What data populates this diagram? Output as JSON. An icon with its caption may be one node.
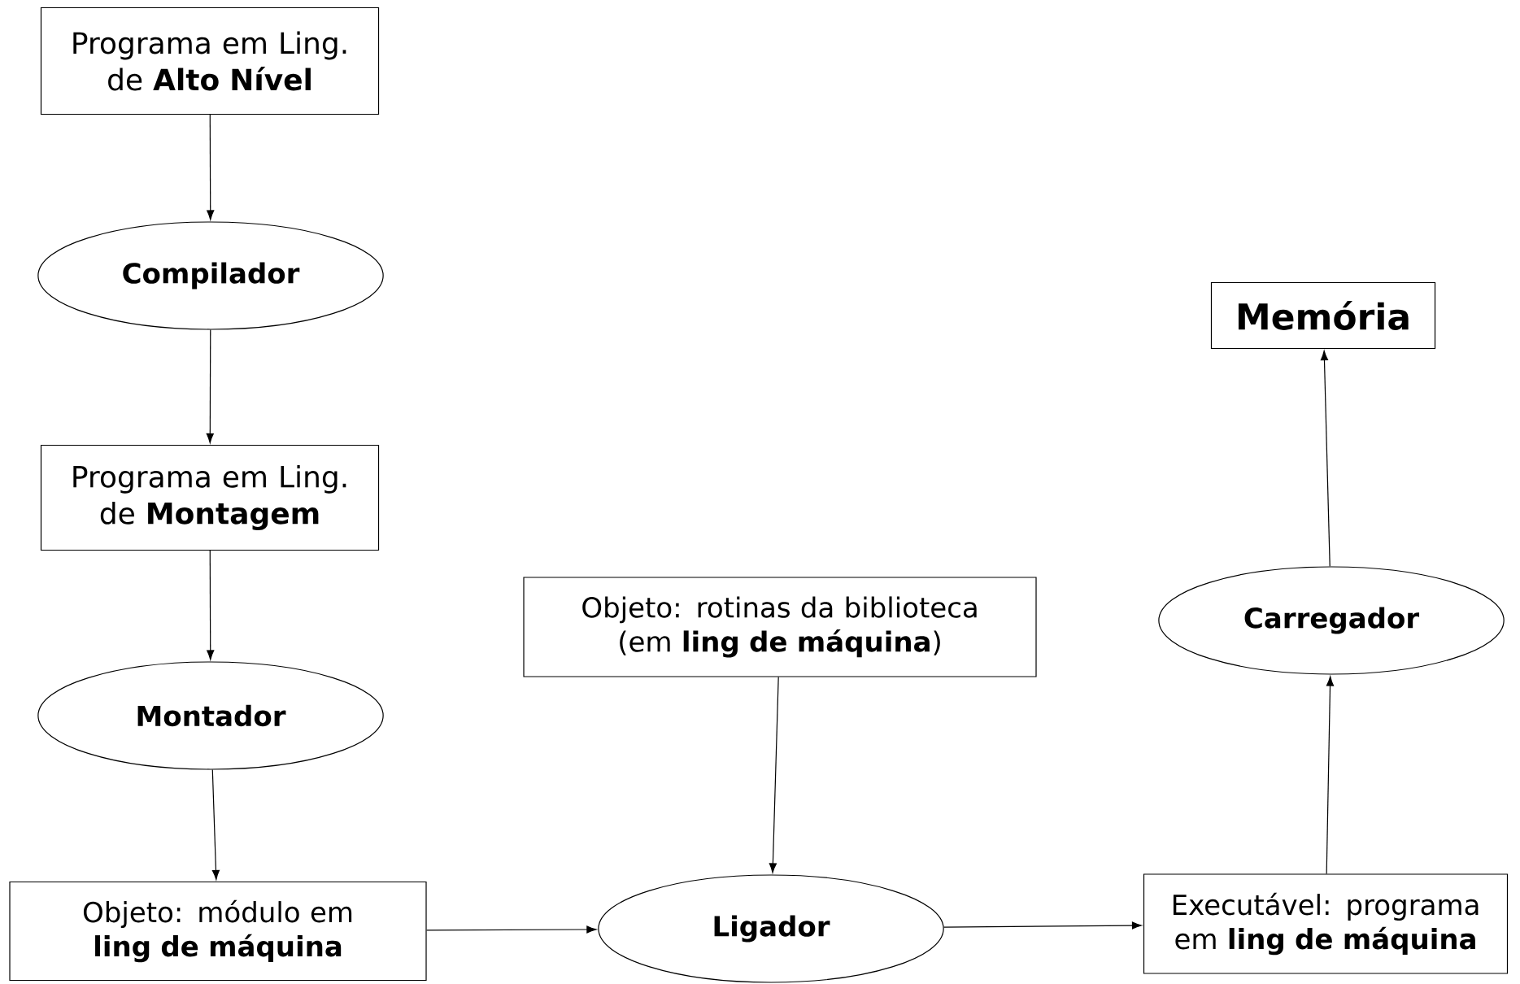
{
  "diagram": {
    "nodes": [
      {
        "text": [
          "Programa em Ling. de **Alto Nível**"
        ]
      },
      {
        "text": [
          "Compilador"
        ]
      },
      {
        "text": [
          "Programa em Ling. de **Montagem**"
        ]
      },
      {
        "text": [
          "Montador"
        ]
      },
      {
        "text": [
          "Objeto: módulo em **ling de máquina**"
        ]
      },
      {
        "text": [
          "Objeto: rotinas da biblioteca (em **ling de máquina**)"
        ]
      },
      {
        "text": [
          "Ligador"
        ]
      },
      {
        "text": [
          "Executável: programa em **ling de máquina**"
        ]
      },
      {
        "text": [
          "Carregador"
        ]
      },
      {
        "text": [
          "Memória"
        ]
      }
    ],
    "edges": [
      {
        "from": 0,
        "to": 1,
        "arrow": "to"
      },
      {
        "from": 1,
        "to": 2,
        "arrow": "to"
      },
      {
        "from": 2,
        "to": 3,
        "arrow": "to"
      },
      {
        "from": 3,
        "to": 4,
        "arrow": "to"
      },
      {
        "from": 4,
        "to": 6,
        "arrow": "to"
      },
      {
        "from": 5,
        "to": 6,
        "arrow": "to"
      },
      {
        "from": 6,
        "to": 7,
        "arrow": "to"
      },
      {
        "from": 7,
        "to": 8,
        "arrow": "to"
      },
      {
        "from": 8,
        "to": 9,
        "arrow": "to"
      }
    ]
  }
}
